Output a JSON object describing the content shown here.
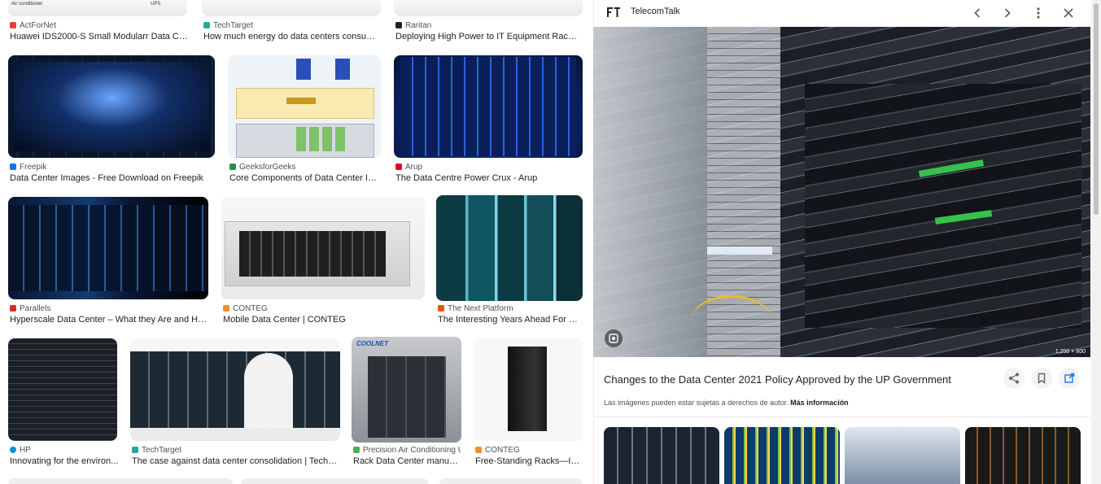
{
  "top_row": [
    {
      "source": "ActForNet",
      "title": "Huawei IDS2000-S Small Modularr Data Center",
      "img_text_1": "Air conditioner",
      "img_text_2": "UPS"
    },
    {
      "source": "TechTarget",
      "title": "How much energy do data centers consume?..."
    },
    {
      "source": "Raritan",
      "title": "Deploying High Power to IT Equipment Racks - ..."
    }
  ],
  "row2": [
    {
      "source": "Freepik",
      "title": "Data Center Images - Free Download on Freepik"
    },
    {
      "source": "GeeksforGeeks",
      "title": "Core Components of Data Center Infra..."
    },
    {
      "source": "Arup",
      "title": "The Data Centre Power Crux - Arup"
    }
  ],
  "row3": [
    {
      "source": "Parallels",
      "title": "Hyperscale Data Center – What they Are and How t..."
    },
    {
      "source": "CONTEG",
      "title": "Mobile Data Center | CONTEG"
    },
    {
      "source": "The Next Platform",
      "title": "The Interesting Years Ahead For Ser..."
    }
  ],
  "row4": [
    {
      "source": "HP",
      "title": "Innovating for the environ..."
    },
    {
      "source": "TechTarget",
      "title": "The case against data center consolidation | TechTar..."
    },
    {
      "source": "Precision Air Conditioning U...",
      "title": "Rack Data Center manufa...",
      "img_text": "COOLNET"
    },
    {
      "source": "CONTEG",
      "title": "Free-Standing Racks—IT a..."
    }
  ],
  "panel": {
    "source": "TelecomTalk",
    "image_size": "1,200 × 800",
    "title": "Changes to the Data Center 2021 Policy Approved by the UP Government",
    "copyright_note": "Las imágenes pueden estar sujetas a derechos de autor.",
    "more_info": "Más información"
  },
  "icons": {
    "prev": "chevron-left-icon",
    "next": "chevron-right-icon",
    "more": "more-vert-icon",
    "close": "close-icon",
    "share": "share-icon",
    "save": "bookmark-icon",
    "open": "open-in-new-icon",
    "lens": "lens-icon"
  },
  "colors": {
    "accent_blue": "#1a73e8",
    "text": "#202124",
    "muted": "#4d5156"
  }
}
